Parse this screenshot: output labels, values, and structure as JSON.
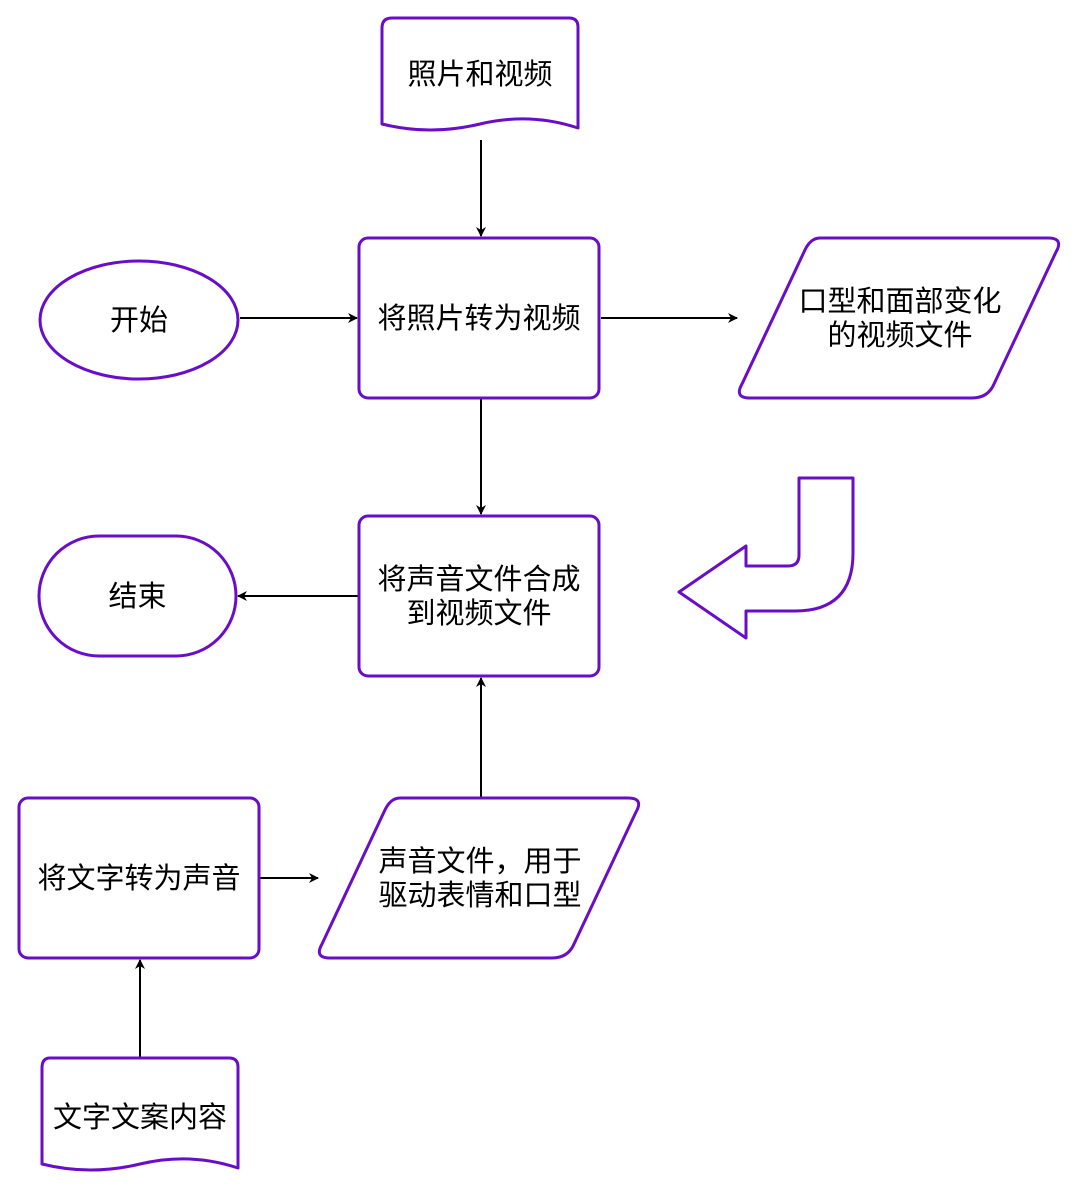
{
  "colors": {
    "shape_stroke": "#6a0dc8",
    "shape_fill": "#ffffff",
    "edge": "#000000",
    "text": "#000000"
  },
  "nodes": {
    "photos_videos": {
      "lines": [
        "照片和视频"
      ]
    },
    "start": {
      "lines": [
        "开始"
      ]
    },
    "photo_to_video": {
      "lines": [
        "将照片转为视频"
      ]
    },
    "mouth_face_video": {
      "lines": [
        "口型和面部变化",
        "的视频文件"
      ]
    },
    "merge_audio": {
      "lines": [
        "将声音文件合成",
        "到视频文件"
      ]
    },
    "end": {
      "lines": [
        "结束"
      ]
    },
    "text_to_speech": {
      "lines": [
        "将文字转为声音"
      ]
    },
    "audio_file": {
      "lines": [
        "声音文件，用于",
        "驱动表情和口型"
      ]
    },
    "text_content": {
      "lines": [
        "文字文案内容"
      ]
    }
  }
}
